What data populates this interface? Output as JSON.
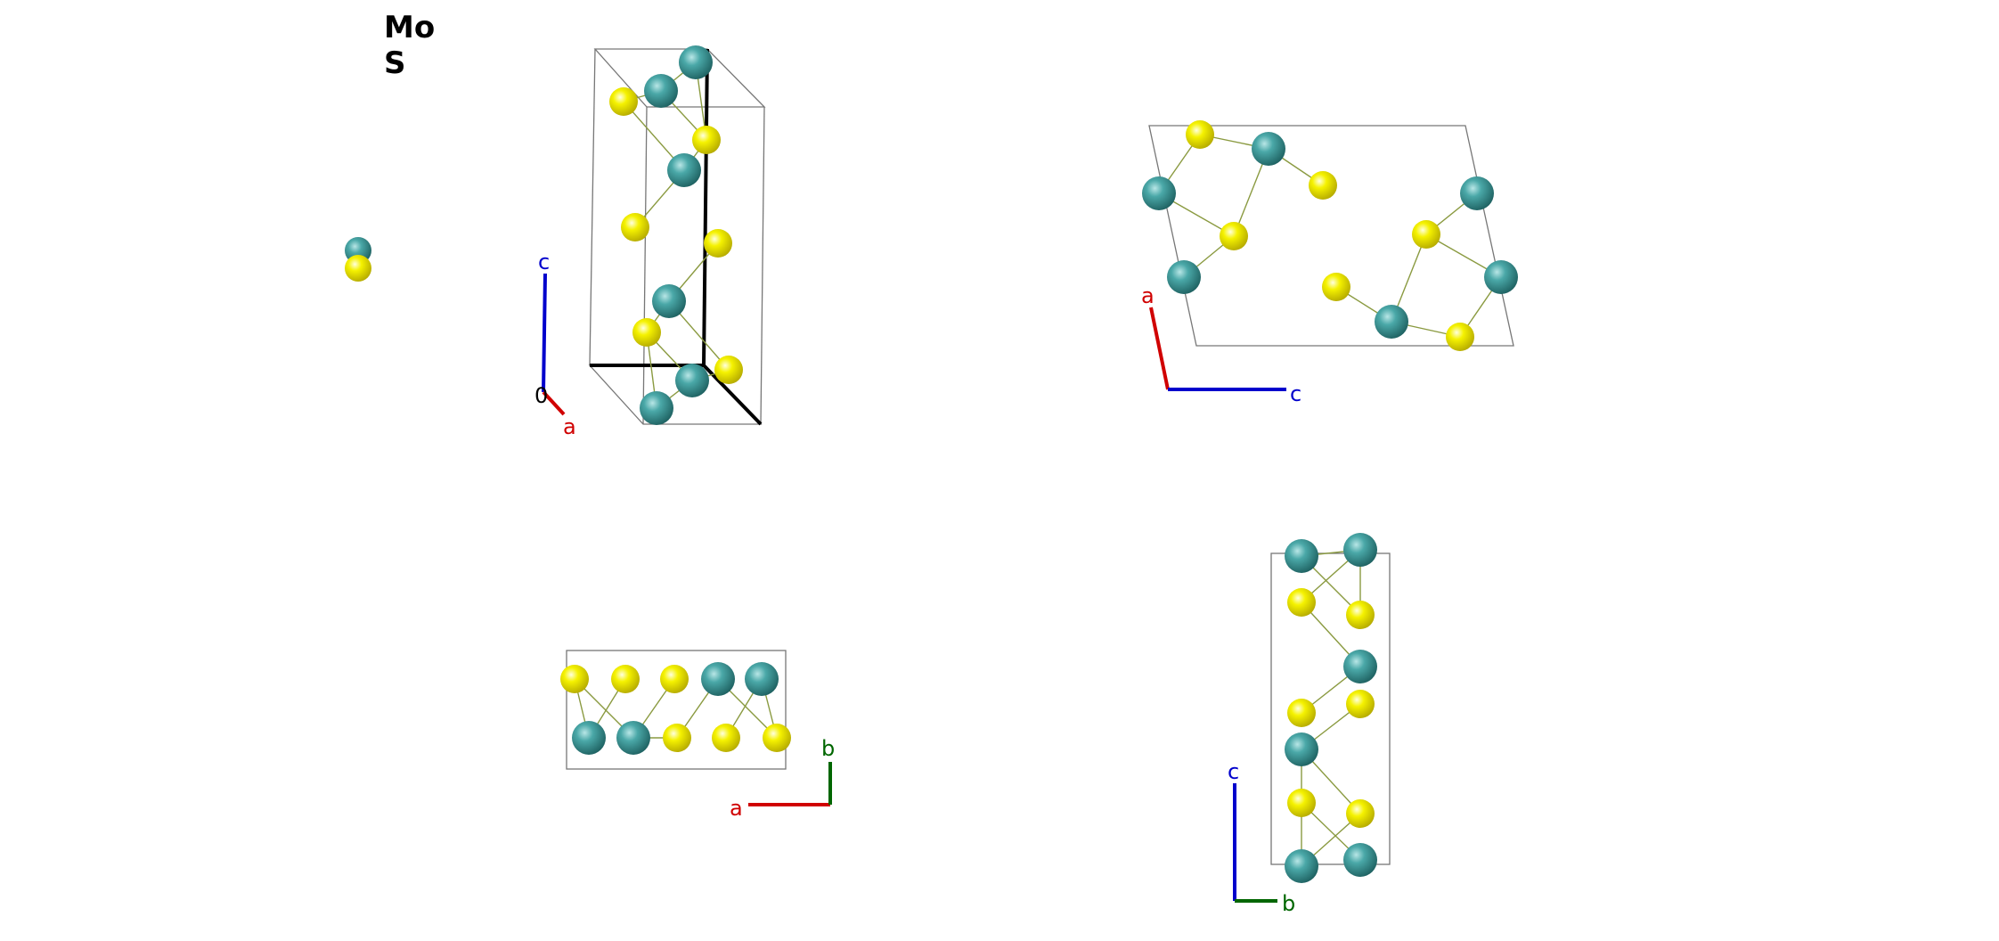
{
  "legend": {
    "elements": [
      {
        "symbol": "Mo",
        "color": "#3f9c9c"
      },
      {
        "symbol": "S",
        "color": "#f2f200"
      }
    ]
  },
  "colors": {
    "Mo": "#3f9c9c",
    "S": "#f2f200",
    "axis_a": "#d00000",
    "axis_b": "#006600",
    "axis_c": "#0000cc",
    "cell_edge": "#777777"
  },
  "views": [
    {
      "name": "perspective",
      "axes": [
        {
          "label": "c",
          "color": "#0000cc"
        },
        {
          "label": "0",
          "color": "#000000"
        },
        {
          "label": "a",
          "color": "#d00000"
        }
      ]
    },
    {
      "name": "along-b",
      "axes": [
        {
          "label": "a",
          "color": "#d00000"
        },
        {
          "label": "c",
          "color": "#0000cc"
        }
      ]
    },
    {
      "name": "along-c",
      "axes": [
        {
          "label": "a",
          "color": "#d00000"
        },
        {
          "label": "b",
          "color": "#006600"
        }
      ]
    },
    {
      "name": "along-a",
      "axes": [
        {
          "label": "c",
          "color": "#0000cc"
        },
        {
          "label": "b",
          "color": "#006600"
        }
      ]
    }
  ]
}
